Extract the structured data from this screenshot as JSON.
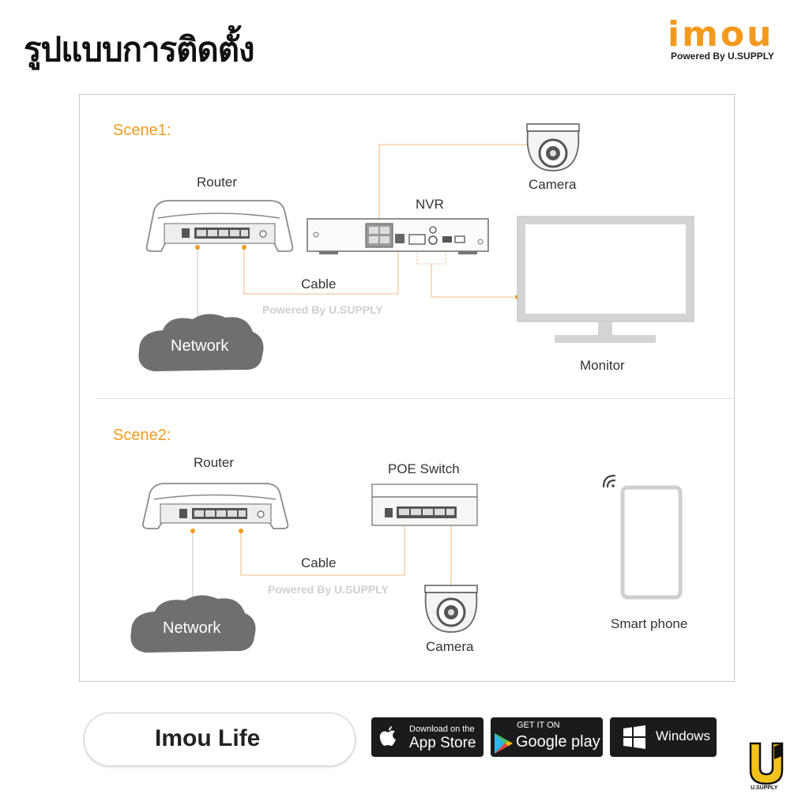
{
  "page_title": "รูปแบบการติดตั้ง",
  "brand": {
    "logo": "imou",
    "tagline": "Powered By U.SUPPLY",
    "color": "#f39a1e"
  },
  "scene1": {
    "label": "Scene1:",
    "router": "Router",
    "camera": "Camera",
    "nvr": "NVR",
    "cable": "Cable",
    "watermark": "Powered By U.SUPPLY",
    "network": "Network",
    "monitor": "Monitor"
  },
  "scene2": {
    "label": "Scene2:",
    "router": "Router",
    "poe_switch": "POE Switch",
    "cable": "Cable",
    "watermark": "Powered By U.SUPPLY",
    "network": "Network",
    "camera": "Camera",
    "smart_phone": "Smart phone"
  },
  "app": {
    "name": "Imou Life",
    "icon": "imou-u-icon",
    "search_icon": "search-icon"
  },
  "stores": {
    "app_store": {
      "small": "Download on the",
      "big": "App Store",
      "icon": "apple-icon"
    },
    "google_play": {
      "small": "GET IT ON",
      "big": "Google play",
      "icon": "play-icon"
    },
    "windows": {
      "big": "Windows",
      "icon": "windows-icon"
    }
  },
  "corner_logo": {
    "text": "U.SUPPLY",
    "icon": "u-supply-logo"
  },
  "colors": {
    "accent": "#f39a1e",
    "line": "#f3c79a",
    "cloud": "#6f6f6f",
    "device": "#8a8a8a"
  }
}
